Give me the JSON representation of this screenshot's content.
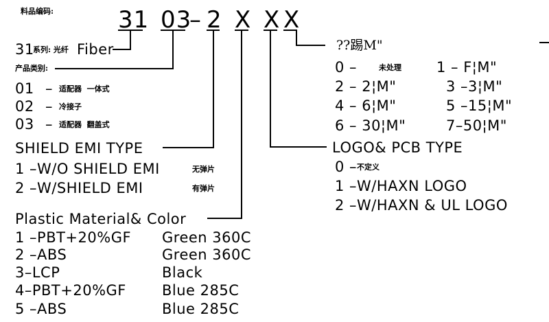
{
  "header_label": "料品编码:",
  "code": {
    "seg1": "31",
    "seg2": "03",
    "dash": "–",
    "seg3": "2",
    "seg4": "X",
    "seg5": "X",
    "seg6": "X"
  },
  "series": {
    "prefix": "31",
    "cn": "系列: 光纤",
    "en": "Fiber"
  },
  "category": {
    "title_cn": "产品类别:",
    "items": [
      {
        "code": "01",
        "dash": "–",
        "cn": "适配器  一体式"
      },
      {
        "code": "02",
        "dash": "–",
        "cn": "冷接子"
      },
      {
        "code": "03",
        "dash": "–",
        "cn": "适配器  翻盖式"
      }
    ]
  },
  "shield": {
    "title": "SHIELD EMI TYPE",
    "items": [
      {
        "text": "1 –W/O SHIELD EMI",
        "cn": "无弹片"
      },
      {
        "text": "2 –W/SHIELD EMI",
        "cn": "有弹片"
      }
    ]
  },
  "material": {
    "title": "Plastic Material& Color",
    "rows": [
      {
        "material": "1 –PBT+20%GF",
        "color": "Green 360C"
      },
      {
        "material": "2 –ABS",
        "color": "Green 360C"
      },
      {
        "material": "3–LCP",
        "color": "Black"
      },
      {
        "material": "4–PBT+20%GF",
        "color": "Blue 285C"
      },
      {
        "material": "5 –ABS",
        "color": "Blue 285C"
      }
    ]
  },
  "length": {
    "title": "??踢M\"",
    "items": [
      {
        "text": "0 –",
        "cn": "未处理"
      },
      {
        "text": "1 – F¦M\""
      },
      {
        "text": "2 – 2¦M\""
      },
      {
        "text": "3 –3¦M\""
      },
      {
        "text": "4 – 6¦M\""
      },
      {
        "text": "5 –15¦M\""
      },
      {
        "text": "6 – 30¦M\""
      },
      {
        "text": "7–50¦M\""
      }
    ]
  },
  "logo": {
    "title": "LOGO& PCB TYPE",
    "items": [
      {
        "text": "0 –",
        "cn": "不定义"
      },
      {
        "text": "1 –W/HAXN LOGO"
      },
      {
        "text": "2 –W/HAXN & UL LOGO"
      }
    ]
  }
}
